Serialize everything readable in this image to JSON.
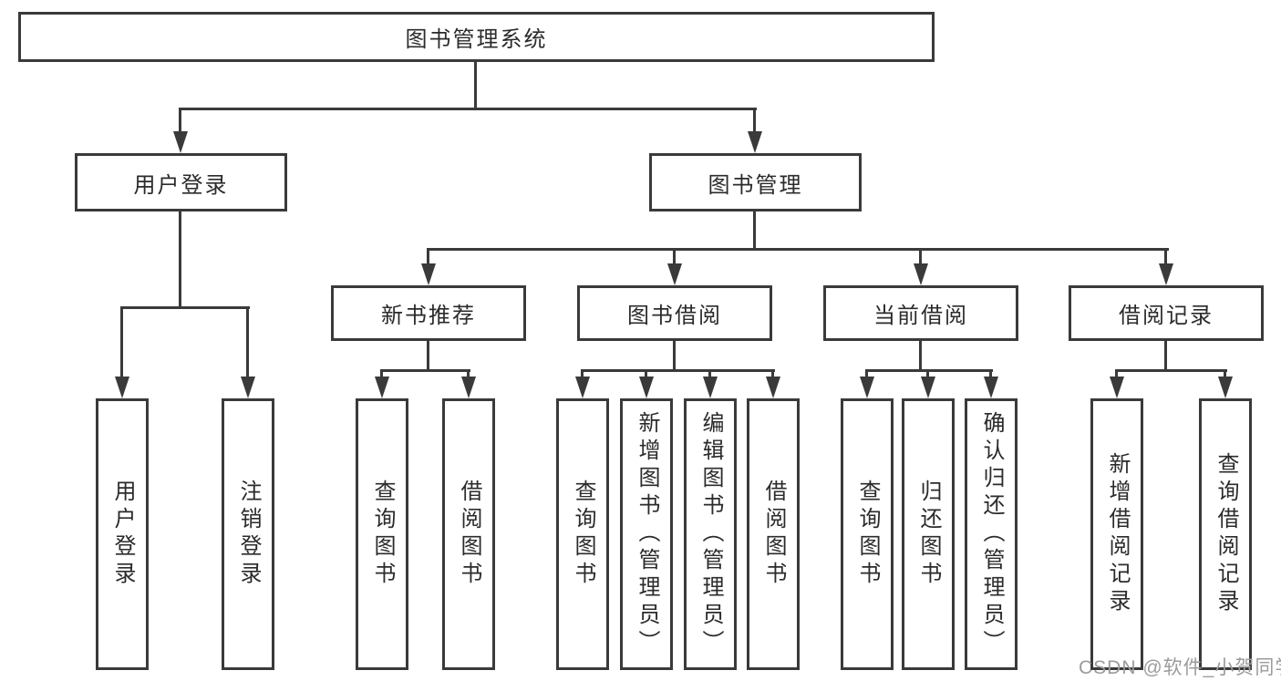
{
  "tree": {
    "label": "图书管理系统",
    "children": [
      {
        "label": "用户登录",
        "children": [
          {
            "label": "用户登录"
          },
          {
            "label": "注销登录"
          }
        ]
      },
      {
        "label": "图书管理",
        "children": [
          {
            "label": "新书推荐",
            "children": [
              {
                "label": "查询图书"
              },
              {
                "label": "借阅图书"
              }
            ]
          },
          {
            "label": "图书借阅",
            "children": [
              {
                "label": "查询图书"
              },
              {
                "label": "新增图书（管理员）"
              },
              {
                "label": "编辑图书（管理员）"
              },
              {
                "label": "借阅图书"
              }
            ]
          },
          {
            "label": "当前借阅",
            "children": [
              {
                "label": "查询图书"
              },
              {
                "label": "归还图书"
              },
              {
                "label": "确认归还（管理员）"
              }
            ]
          },
          {
            "label": "借阅记录",
            "children": [
              {
                "label": "新增借阅记录"
              },
              {
                "label": "查询借阅记录"
              }
            ]
          }
        ]
      }
    ]
  },
  "watermark": {
    "text": "CSDN @软件_小贺同学"
  },
  "colors": {
    "line": "#3a3a3a",
    "text": "#2b2b2b",
    "watermark": "#9b9b9b",
    "background": "#ffffff"
  }
}
